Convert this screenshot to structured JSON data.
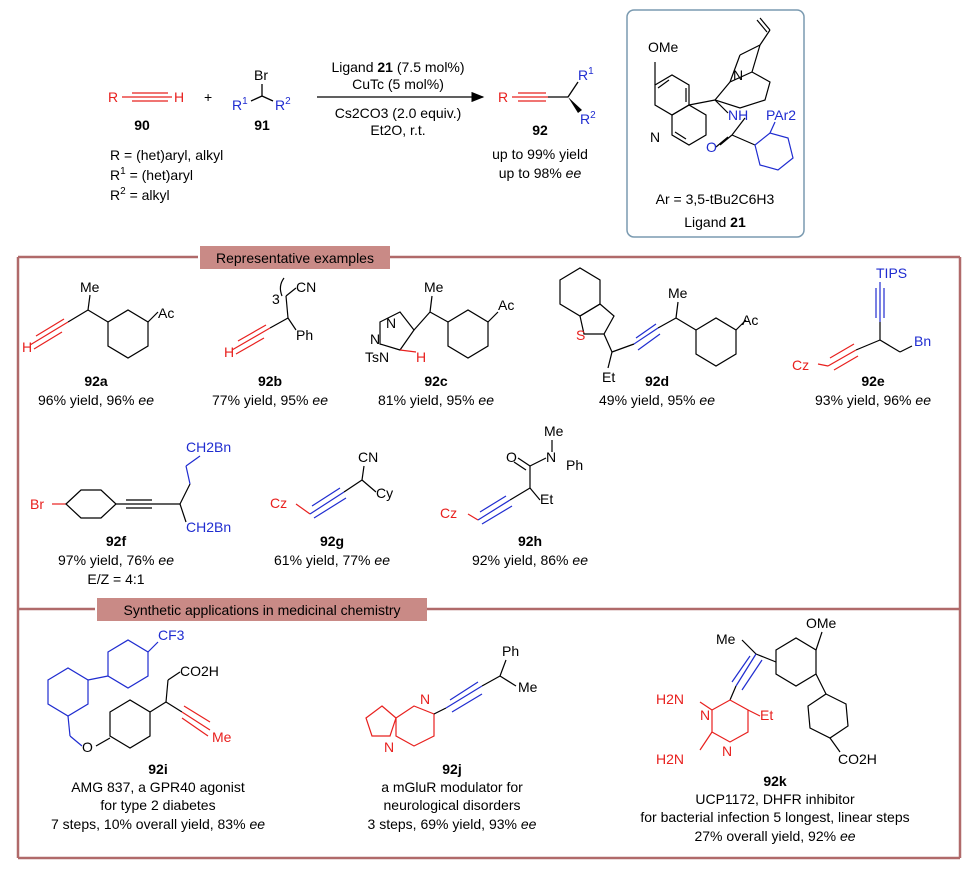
{
  "scheme": {
    "reactant_alkyne": {
      "label": "R—≡—H",
      "r": "R",
      "h": "H",
      "number": "90"
    },
    "plus": "+",
    "reactant_bromide": {
      "br": "Br",
      "r1": "R",
      "r2": "R",
      "sup1": "1",
      "sup2": "2",
      "number": "91"
    },
    "conditions": {
      "line1_prefix": "Ligand ",
      "line1_bold": "21",
      "line1_suffix": " (7.5 mol%)",
      "line2": "CuTc (5 mol%)",
      "line3": "Cs2CO3 (2.0 equiv.)",
      "line4": "Et2O, r.t."
    },
    "product": {
      "r": "R",
      "r1": "R",
      "r2": "R",
      "sup1": "1",
      "sup2": "2",
      "number": "92",
      "yield": "up to 99% yield",
      "ee_prefix": "up to 98% ",
      "ee_unit": "ee"
    },
    "definitions": [
      {
        "symbol": "R",
        "sup": "",
        "text": " = (het)aryl, alkyl"
      },
      {
        "symbol": "R",
        "sup": "1",
        "text": " = (het)aryl"
      },
      {
        "symbol": "R",
        "sup": "2",
        "text": " = alkyl"
      }
    ],
    "ligand_box": {
      "ome": "OMe",
      "n_quinoline": "N",
      "n_quinuclidine": "N",
      "nh": "NH",
      "o": "O",
      "par2": "PAr2",
      "ar_def": "Ar = 3,5-tBu2C6H3",
      "name_prefix": "Ligand ",
      "name_bold": "21"
    }
  },
  "sections": {
    "examples_header": "Representative examples",
    "applications_header": "Synthetic applications in medicinal chemistry"
  },
  "examples": [
    {
      "id": "92a",
      "yield": "96% yield, 96% ",
      "ee": "ee",
      "labels": [
        "Me",
        "Ac",
        "H"
      ]
    },
    {
      "id": "92b",
      "yield": "77% yield, 95% ",
      "ee": "ee",
      "labels": [
        "CN",
        "3",
        "Ph",
        "H"
      ]
    },
    {
      "id": "92c",
      "yield": "81% yield, 95% ",
      "ee": "ee",
      "labels": [
        "Me",
        "Ac",
        "N",
        "N",
        "TsN",
        "H"
      ]
    },
    {
      "id": "92d",
      "yield": "49% yield, 95% ",
      "ee": "ee",
      "labels": [
        "Me",
        "Ac",
        "S",
        "Et"
      ]
    },
    {
      "id": "92e",
      "yield": "93% yield, 96% ",
      "ee": "ee",
      "labels": [
        "TIPS",
        "Cz",
        "Bn"
      ]
    },
    {
      "id": "92f",
      "yield": "97% yield, 76% ",
      "ee": "ee",
      "extra": "E/Z = 4:1",
      "labels": [
        "CH2Bn",
        "CH2Bn",
        "Br"
      ]
    },
    {
      "id": "92g",
      "yield": "61% yield, 77% ",
      "ee": "ee",
      "labels": [
        "CN",
        "Cz",
        "Cy"
      ]
    },
    {
      "id": "92h",
      "yield": "92% yield, 86% ",
      "ee": "ee",
      "labels": [
        "Me",
        "O",
        "N",
        "Ph",
        "Cz",
        "Et"
      ]
    }
  ],
  "applications": [
    {
      "id": "92i",
      "lines": [
        "AMG 837, a GPR40 agonist",
        "for type 2 diabetes"
      ],
      "last_prefix": "7 steps, 10% overall yield, 83% ",
      "ee": "ee",
      "labels": [
        "CF3",
        "CO2H",
        "O",
        "Me"
      ]
    },
    {
      "id": "92j",
      "lines": [
        "a mGluR modulator for",
        "neurological disorders"
      ],
      "last_prefix": "3 steps, 69% yield, 93% ",
      "ee": "ee",
      "labels": [
        "Ph",
        "Me",
        "N",
        "N"
      ]
    },
    {
      "id": "92k",
      "lines": [
        "UCP1172, DHFR inhibitor",
        "for bacterial infection 5 longest, linear steps"
      ],
      "last_prefix": "27% overall yield, 92% ",
      "ee": "ee",
      "labels": [
        "OMe",
        "Me",
        "H2N",
        "N",
        "Et",
        "N",
        "H2N",
        "CO2H"
      ]
    }
  ],
  "colors": {
    "red": "#e8201e",
    "blue": "#1f2cd0",
    "frame": "#b06a6a",
    "header_bg": "#c98a86",
    "box": "#7a9ab0"
  }
}
